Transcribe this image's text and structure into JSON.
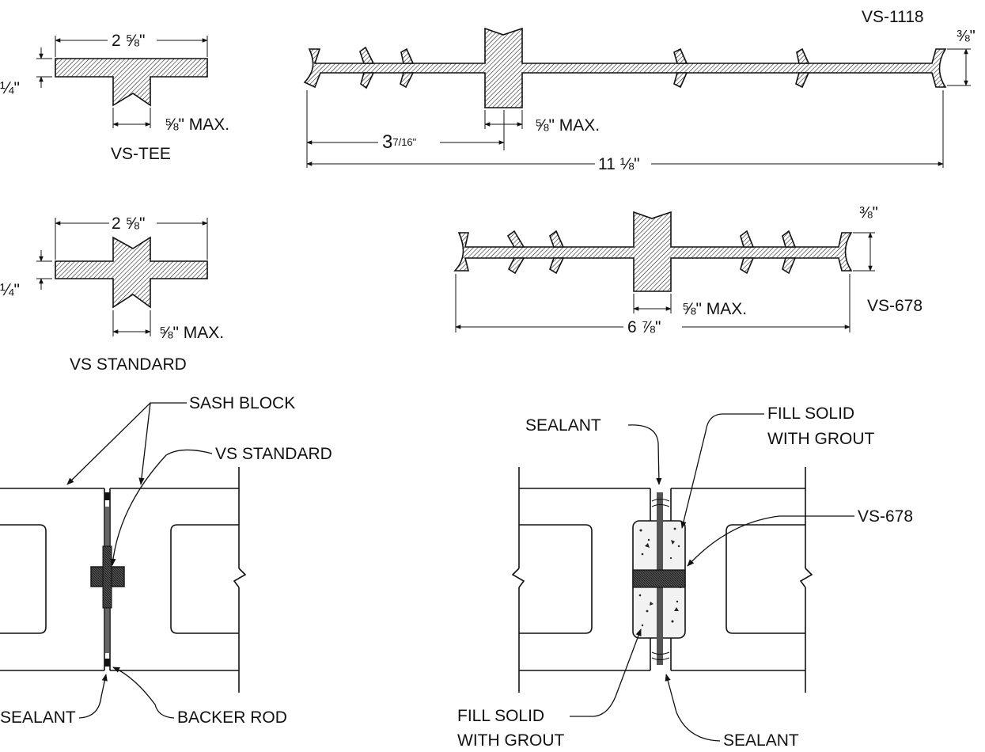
{
  "vs_tee": {
    "name": "VS-TEE",
    "width_dim": "2 ⅝\"",
    "thickness_dim": "¼\"",
    "stem_dim": "⅝\" MAX."
  },
  "vs_standard": {
    "name": "VS STANDARD",
    "width_dim": "2 ⅝\"",
    "thickness_dim": "¼\"",
    "stem_dim": "⅝\" MAX."
  },
  "vs_1118": {
    "name": "VS-1118",
    "end_dim": "⅜\"",
    "center_dim": "⅝\" MAX.",
    "half_dim_whole": "3",
    "half_dim_frac": "7/16\"",
    "overall_dim": "11 ⅛\""
  },
  "vs_678": {
    "name": "VS-678",
    "end_dim": "⅜\"",
    "center_dim": "⅝\" MAX.",
    "overall_dim": "6 ⅞\""
  },
  "detail_left": {
    "sash_block": "SASH BLOCK",
    "vs_standard": "VS STANDARD",
    "sealant": "SEALANT",
    "backer_rod": "BACKER ROD"
  },
  "detail_right": {
    "sealant_top": "SEALANT",
    "fill_top_line1": "FILL SOLID",
    "fill_top_line2": "WITH GROUT",
    "vs_678": "VS-678",
    "fill_bottom_line1": "FILL SOLID",
    "fill_bottom_line2": "WITH GROUT",
    "sealant_bottom": "SEALANT"
  },
  "colors": {
    "ink": "#111111",
    "background": "#ffffff"
  }
}
